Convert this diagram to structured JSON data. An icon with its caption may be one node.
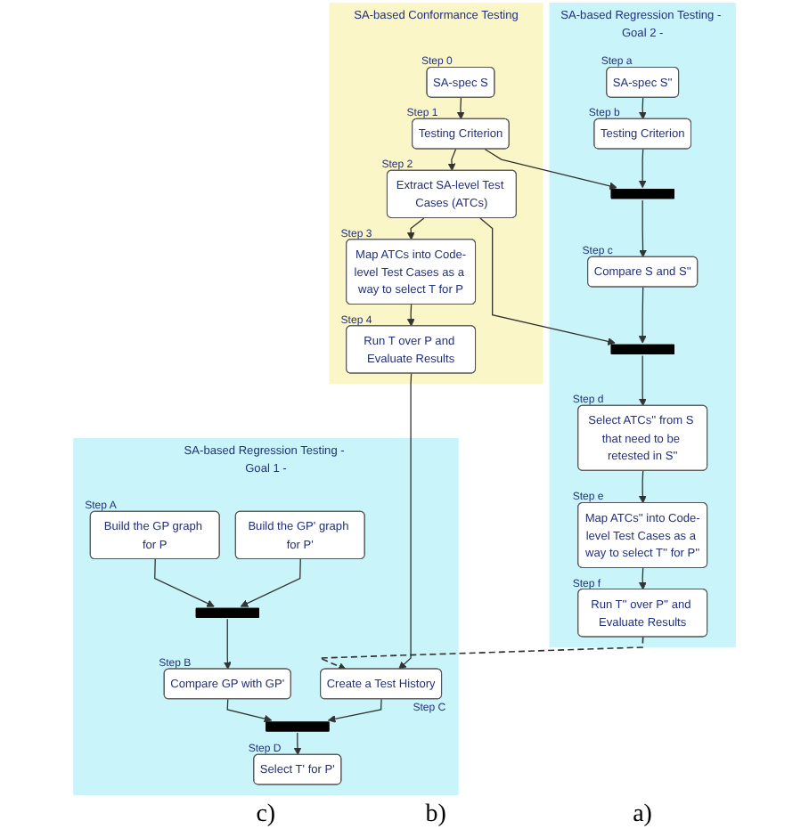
{
  "diagram": {
    "nodes": [
      {
        "text": [
          "SA-based Regression Testing - Goal 2 -"
        ]
      },
      {
        "text": [
          "SA-spec S''"
        ],
        "in": 0,
        "beside": [
          "Step a"
        ]
      },
      {
        "text": [
          "Testing Criterion"
        ],
        "in": 0,
        "beside": [
          "Step b"
        ]
      },
      {
        "text": [],
        "shape": "bar",
        "in": 0
      },
      {
        "text": [
          "Compare S and S''"
        ],
        "in": 0,
        "beside": [
          "Step c"
        ]
      },
      {
        "text": [],
        "shape": "bar",
        "in": 0
      },
      {
        "text": [
          "Select ATCs'' from S that need to be retested in S''"
        ],
        "in": 0,
        "beside": [
          "Step d"
        ]
      },
      {
        "text": [
          "Map ATCs'' into Code-level Test Cases as a way to select T'' for P''"
        ],
        "in": 0,
        "beside": [
          "Step e"
        ]
      },
      {
        "text": [
          "Run T'' over P'' and Evaluate Results"
        ],
        "in": 0,
        "beside": [
          "Step f"
        ]
      },
      {
        "text": [
          "SA-based Conformance Testing"
        ]
      },
      {
        "text": [
          "SA-spec S"
        ],
        "in": 9,
        "beside": [
          "Step 0"
        ]
      },
      {
        "text": [
          "Testing Criterion"
        ],
        "in": 9,
        "beside": [
          "Step 1"
        ]
      },
      {
        "text": [
          "Extract SA-level Test Cases (ATCs)"
        ],
        "in": 9,
        "beside": [
          "Step 2"
        ]
      },
      {
        "text": [
          "Map ATCs into Code-level Test Cases as a way to select T for P"
        ],
        "in": 9,
        "beside": [
          "Step 3"
        ]
      },
      {
        "text": [
          "Run T over P and Evaluate Results"
        ],
        "in": 9,
        "beside": [
          "Step 4"
        ]
      },
      {
        "text": [
          "SA-based Regression Testing - Goal 1 -"
        ]
      },
      {
        "text": [
          "Build the GP graph for P"
        ],
        "in": 15,
        "beside": [
          "Step A"
        ]
      },
      {
        "text": [
          "Build the GP' graph for P'"
        ],
        "in": 15
      },
      {
        "text": [],
        "shape": "bar",
        "in": 15
      },
      {
        "text": [
          "Compare GP with GP'"
        ],
        "in": 15,
        "beside": [
          "Step B"
        ]
      },
      {
        "text": [
          "Create a Test History"
        ],
        "in": 15,
        "beside": [
          "Step C"
        ]
      },
      {
        "text": [],
        "shape": "bar",
        "in": 15
      },
      {
        "text": [
          "Select T' for P'"
        ],
        "in": 15,
        "beside": [
          "Step D"
        ]
      }
    ],
    "edges": [
      {
        "from": 1,
        "to": 2,
        "arrow": "to"
      },
      {
        "from": 2,
        "to": 3,
        "arrow": "to"
      },
      {
        "from": 11,
        "to": 3,
        "arrow": "to"
      },
      {
        "from": 3,
        "to": 4,
        "arrow": "to"
      },
      {
        "from": 4,
        "to": 5,
        "arrow": "to"
      },
      {
        "from": 12,
        "to": 5,
        "arrow": "to"
      },
      {
        "from": 5,
        "to": 6,
        "arrow": "to"
      },
      {
        "from": 6,
        "to": 7,
        "arrow": "to"
      },
      {
        "from": 7,
        "to": 8,
        "arrow": "to"
      },
      {
        "from": 8,
        "to": 20,
        "arrow": "to",
        "style": "dashed"
      },
      {
        "from": 10,
        "to": 11,
        "arrow": "to"
      },
      {
        "from": 11,
        "to": 12,
        "arrow": "to"
      },
      {
        "from": 12,
        "to": 13,
        "arrow": "to"
      },
      {
        "from": 13,
        "to": 14,
        "arrow": "to"
      },
      {
        "from": 14,
        "to": 20,
        "arrow": "to"
      },
      {
        "from": 16,
        "to": 18,
        "arrow": "to"
      },
      {
        "from": 17,
        "to": 18,
        "arrow": "to"
      },
      {
        "from": 18,
        "to": 19,
        "arrow": "to"
      },
      {
        "from": 19,
        "to": 21,
        "arrow": "to"
      },
      {
        "from": 20,
        "to": 21,
        "arrow": "to"
      },
      {
        "from": 21,
        "to": 22,
        "arrow": "to"
      }
    ],
    "labels": [
      "a)",
      "b)",
      "c)"
    ]
  }
}
